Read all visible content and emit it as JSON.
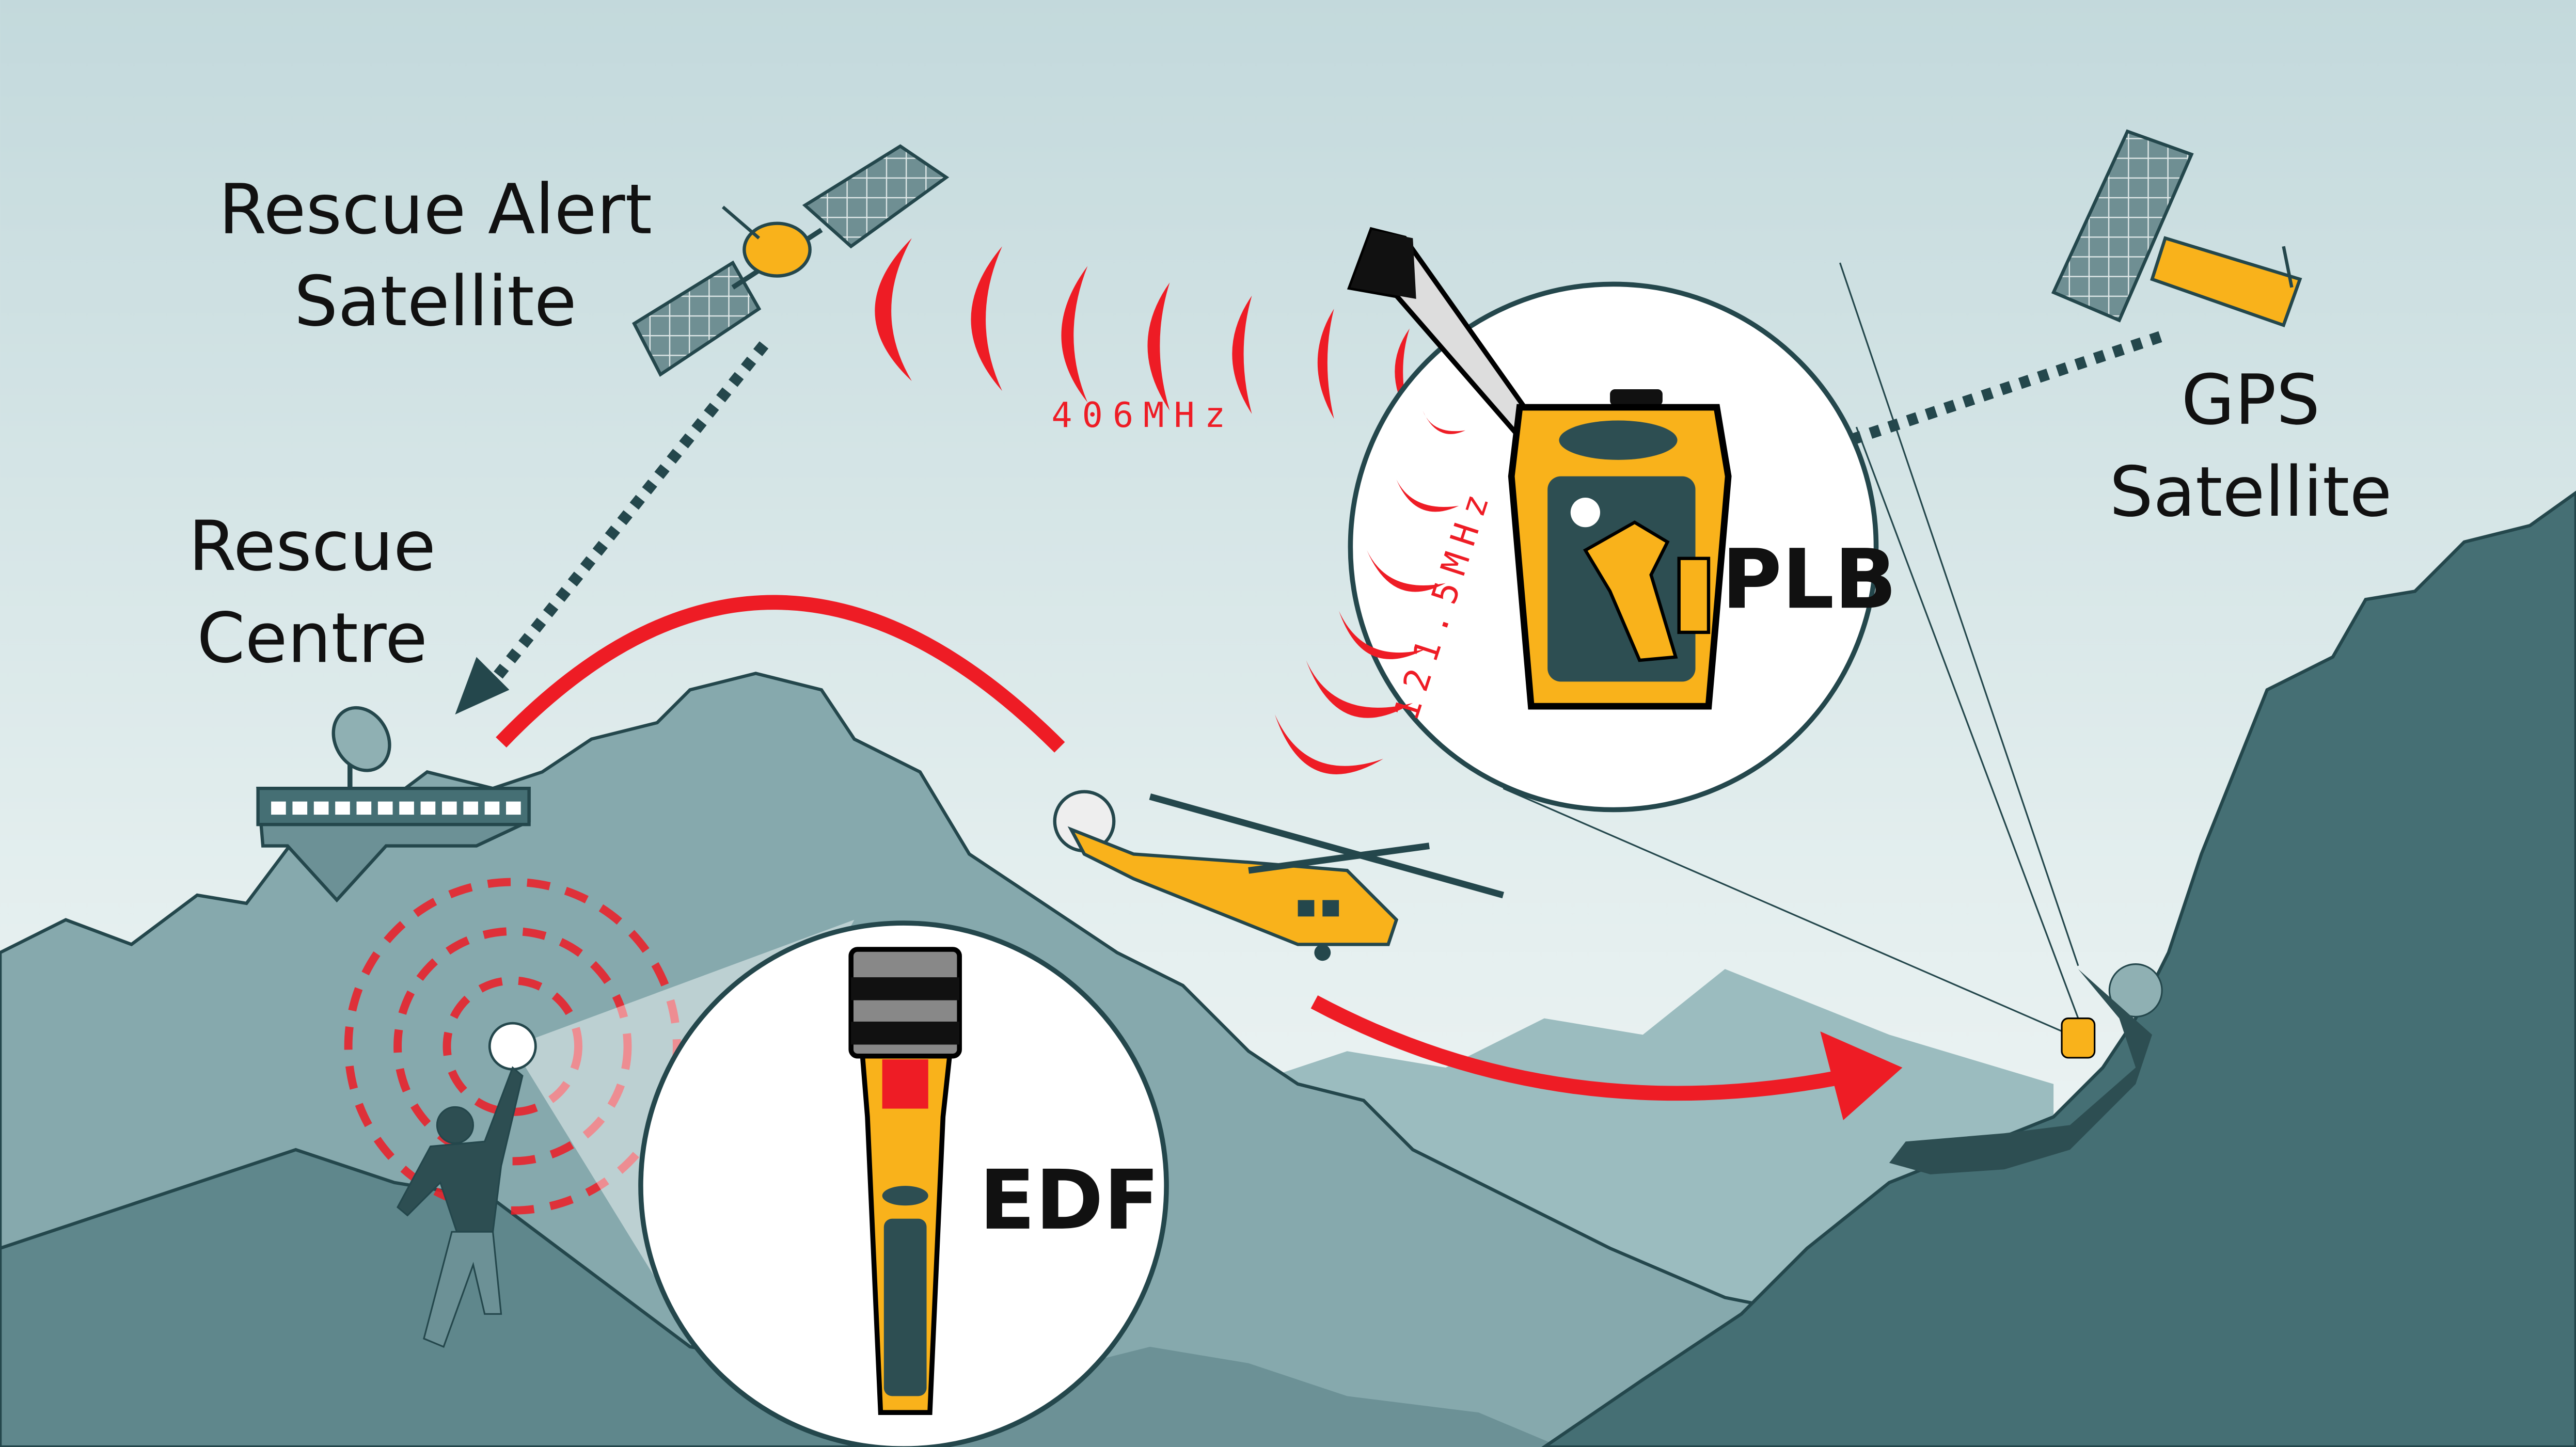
{
  "labels": {
    "rescue_alert_satellite": [
      "Rescue Alert",
      "Satellite"
    ],
    "rescue_centre": [
      "Rescue",
      "Centre"
    ],
    "gps_satellite": [
      "GPS",
      "Satellite"
    ],
    "freq_406": "406MHz",
    "freq_121": "121.5MHz",
    "plb": "PLB",
    "edf": "EDF"
  },
  "colors": {
    "signal_red": "#ee1c25",
    "beacon_yellow": "#f9b21b",
    "mountain_dark": "#456f74",
    "mountain_mid": "#6c9196",
    "mountain_light": "#9bbcbf",
    "sky_top": "#c3d9dc",
    "outline": "#24474c"
  }
}
